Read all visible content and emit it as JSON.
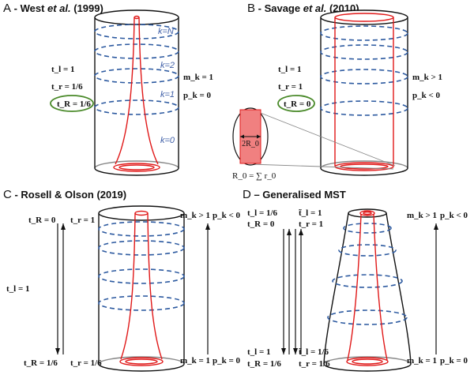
{
  "panels": {
    "a": {
      "letter": "A",
      "title_pre": " - West ",
      "title_et": "et al.",
      "title_post": " (1999)"
    },
    "b": {
      "letter": "B",
      "title_pre": " - Savage ",
      "title_et": "et al.",
      "title_post": " (2010)"
    },
    "c": {
      "letter": "C",
      "title": " - Rosell & Olson (2019)"
    },
    "d": {
      "letter": "D",
      "title": " – Generalised MST"
    }
  },
  "labels": {
    "a_tl": "t_l = 1",
    "a_tr": "t_r = 1/6",
    "a_tR": "t_R = 1/6",
    "a_mk": "m_k = 1",
    "a_pk": "p_k = 0",
    "a_k_N": "k=N",
    "a_k_2": "k=2",
    "a_k_1": "k=1",
    "a_k_0": "k=0",
    "b_tl": "t_l = 1",
    "b_tr": "t_r = 1",
    "b_tR": "t_R = 0",
    "b_mk": "m_k > 1",
    "b_pk": "p_k < 0",
    "b_2R0": "2R_0",
    "b_R0": "R_0 = ∑ r_0",
    "c_tR_top": "t_R = 0",
    "c_tr_top": "t_r = 1",
    "c_tl": "t_l = 1",
    "c_tR_bot": "t_R = 1/6",
    "c_tr_bot": "t_r = 1/6",
    "c_mk_top": "m_k > 1",
    "c_pk_top": "p_k < 0",
    "c_mk_bot": "m_k = 1",
    "c_pk_bot": "p_k = 0",
    "d_tl_top": "t_l = 1/6",
    "d_tR_top": "t_R = 0",
    "d_ttl_top": "t̃_l = 1",
    "d_tr_top": "t_r = 1",
    "d_tl_bot": "t_l = 1",
    "d_tR_bot": "t_R = 1/6",
    "d_ttl_bot": "t̃_l = 1/6",
    "d_tr_bot": "t_r = 1/6",
    "d_mk_top": "m_k > 1",
    "d_pk_top": "p_k < 0",
    "d_mk_bot": "m_k = 1",
    "d_pk_bot": "p_k = 0"
  },
  "colors": {
    "vessel_red": "#e01818",
    "ring_blue": "#2d5aa0",
    "inset_fill": "#f08080",
    "highlight_green": "#4a8a2a"
  }
}
